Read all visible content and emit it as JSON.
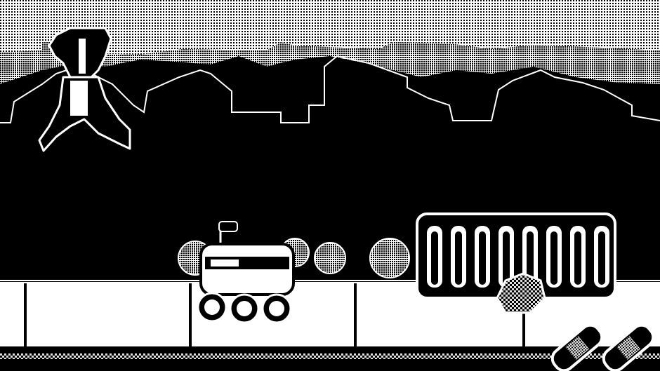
{
  "game": {
    "palette": {
      "ink": "#000000",
      "paper": "#ffffff",
      "sky_dither": "#bdbdbd"
    },
    "entities": [
      {
        "name": "player-runner",
        "state": "jumping"
      },
      {
        "name": "delivery-robot",
        "type": "obstacle"
      },
      {
        "name": "bike-rack",
        "type": "obstacle"
      },
      {
        "name": "tumbleweed-bush",
        "type": "obstacle"
      },
      {
        "name": "bandage",
        "type": "health-pickup",
        "count": 2
      }
    ]
  }
}
